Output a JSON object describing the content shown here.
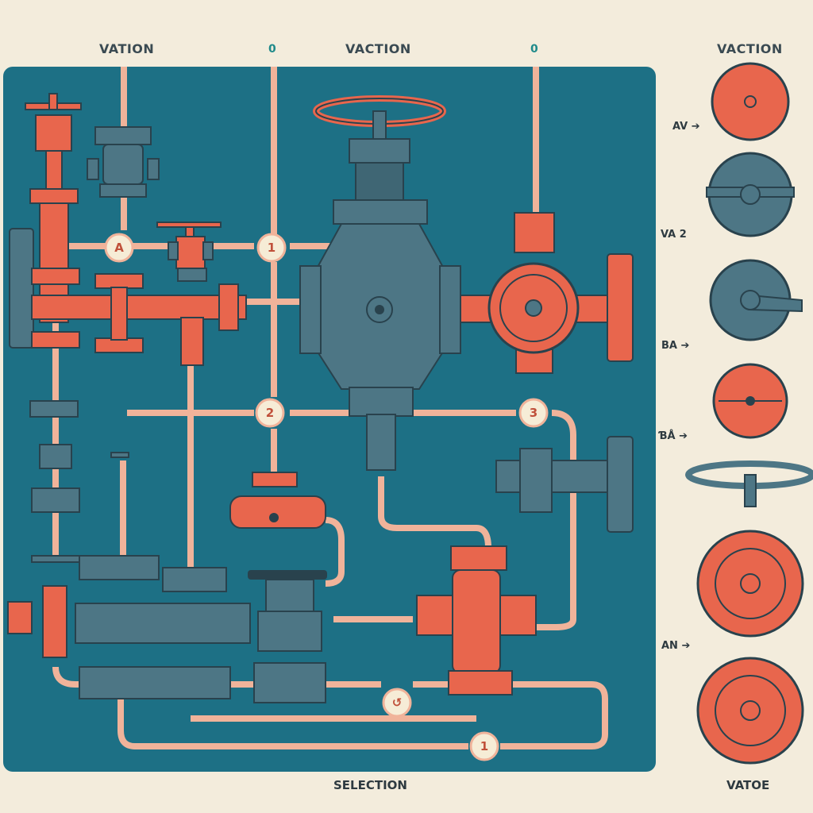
{
  "headers": {
    "left": "VATION",
    "left_mark": "0",
    "center": "VACTION",
    "center_mark": "0",
    "right": "VACTION"
  },
  "nodes": {
    "a": "A",
    "n1_top": "1",
    "n2": "2",
    "n3": "3",
    "n_bottom_mark": "↺",
    "n1_bottom": "1"
  },
  "legend": {
    "items": [
      {
        "label": "AV ➔",
        "icon": "orange-disc-valve-icon"
      },
      {
        "label": "VA  2",
        "icon": "gate-lever-valve-icon"
      },
      {
        "label": "BA ➔",
        "icon": "lever-valve-icon"
      },
      {
        "label": "ƁÅ ➔",
        "icon": "orange-ball-valve-icon"
      },
      {
        "label": "AN ➔",
        "icon": "handwheel-valve-icon"
      }
    ]
  },
  "footer": {
    "center": "SELECTION",
    "right": "VATOE"
  },
  "colors": {
    "panel": "#1d7085",
    "pipe": "#f0b39a",
    "orange": "#e8664d",
    "slate": "#4d7685",
    "dark": "#29424d",
    "paper": "#f3ecdc"
  }
}
